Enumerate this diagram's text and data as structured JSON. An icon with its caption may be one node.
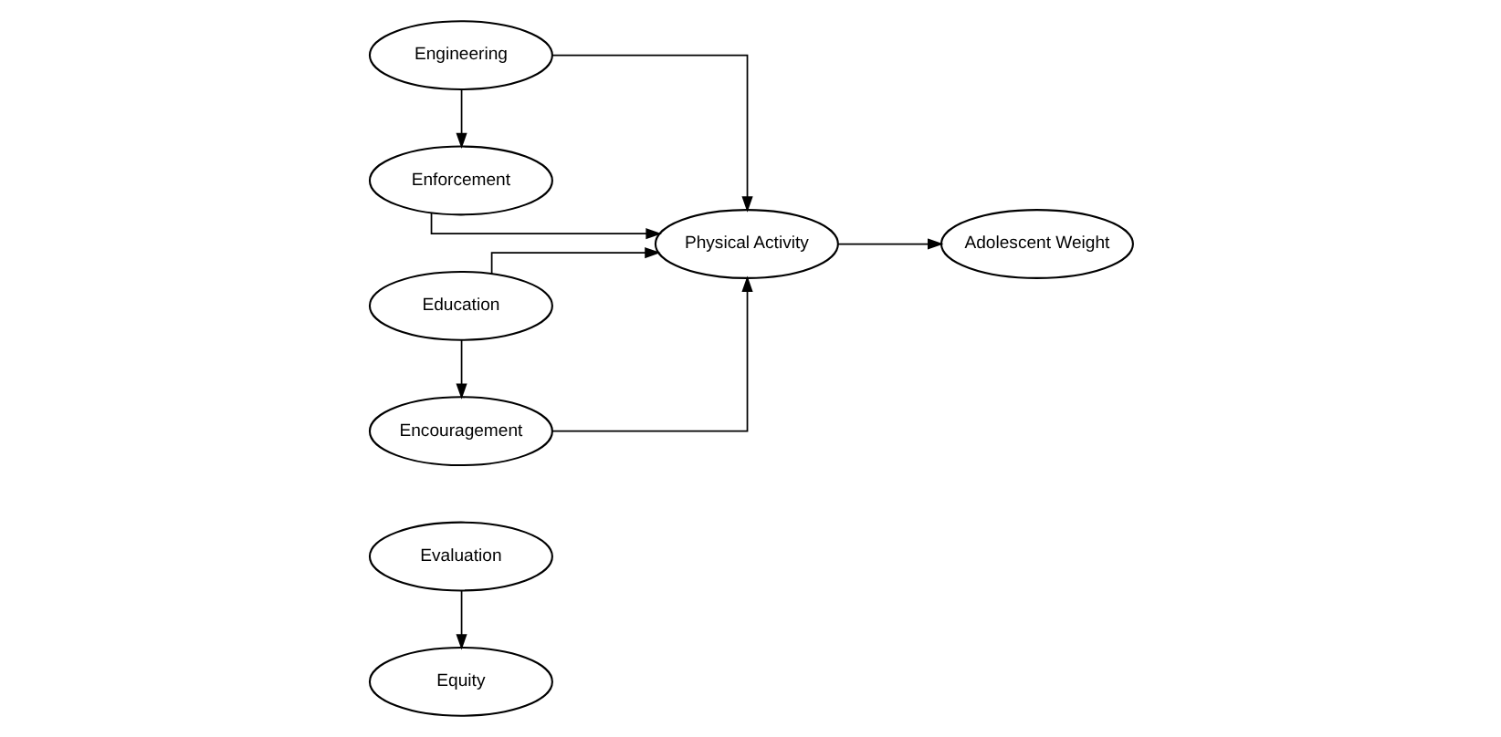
{
  "diagram": {
    "nodes": [
      {
        "text": [
          "Evaluation"
        ]
      },
      {
        "text": [
          "Equity"
        ]
      },
      {
        "text": [
          "Engineering"
        ]
      },
      {
        "text": [
          "Enforcement"
        ]
      },
      {
        "text": [
          "Physical Activity"
        ]
      },
      {
        "text": [
          "Adolescent Weight"
        ]
      },
      {
        "text": [
          "Education"
        ]
      },
      {
        "text": [
          "Encouragement"
        ]
      }
    ],
    "edges": [
      {
        "from": 0,
        "to": 1,
        "arrow": "to"
      },
      {
        "from": 2,
        "to": 3,
        "arrow": "to"
      },
      {
        "from": 2,
        "to": 4,
        "arrow": "to"
      },
      {
        "from": 3,
        "to": 4,
        "arrow": "to"
      },
      {
        "from": 4,
        "to": 5,
        "arrow": "to"
      },
      {
        "from": 6,
        "to": 7,
        "arrow": "to"
      },
      {
        "from": 6,
        "to": 4,
        "arrow": "to"
      },
      {
        "from": 7,
        "to": 4,
        "arrow": "to"
      }
    ]
  }
}
